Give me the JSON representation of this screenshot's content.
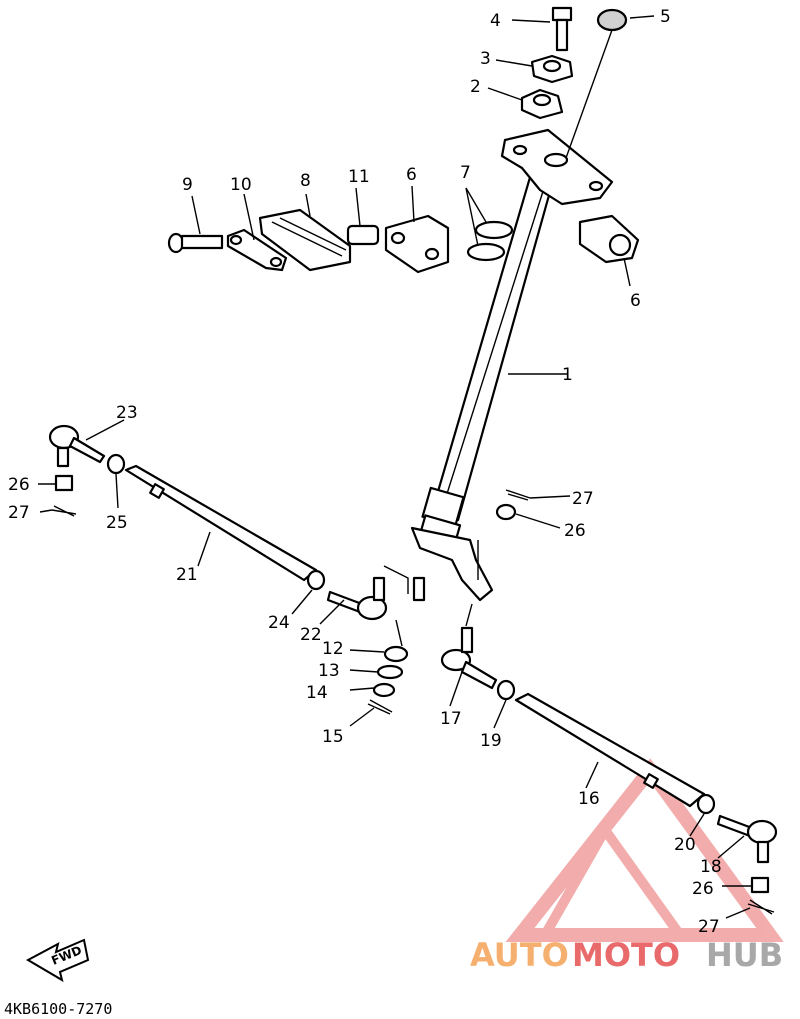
{
  "diagram": {
    "code": "4KB6100-7270",
    "fwd_label": "FWD",
    "callouts": [
      "1",
      "2",
      "3",
      "4",
      "5",
      "6",
      "6",
      "7",
      "8",
      "9",
      "10",
      "11",
      "12",
      "13",
      "14",
      "15",
      "16",
      "17",
      "18",
      "19",
      "20",
      "21",
      "22",
      "23",
      "24",
      "25",
      "26",
      "26",
      "26",
      "27",
      "27",
      "27"
    ]
  },
  "watermark": {
    "part1": "AUTO",
    "part2": "MOTO",
    "part3": "HUB",
    "color_orange": "#f5b070",
    "color_red": "#e96a6a",
    "color_grey": "#a8a8a8"
  }
}
